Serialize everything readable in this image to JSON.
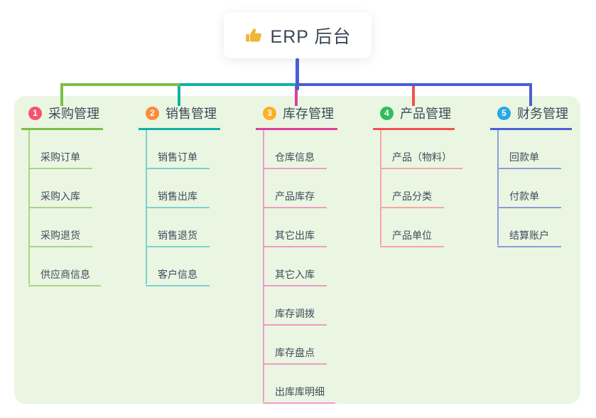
{
  "root": {
    "title": "ERP 后台",
    "icon": "thumbs-up-icon",
    "icon_color": "#f2b537",
    "stem_color": "#4a5fd3"
  },
  "canvas": {
    "background": "#ffffff",
    "panel_color": "#eaf6e2",
    "text_color": "#3e4c5a"
  },
  "branches": [
    {
      "badge": "1",
      "badge_color": "#f6546e",
      "label": "采购管理",
      "line_color": "#7cbe45",
      "child_line_color": "#a9d583",
      "children": [
        "采购订单",
        "采购入库",
        "采购退货",
        "供应商信息"
      ]
    },
    {
      "badge": "2",
      "badge_color": "#fb8c3c",
      "label": "销售管理",
      "line_color": "#0fb2aa",
      "child_line_color": "#7bd2cb",
      "children": [
        "销售订单",
        "销售出库",
        "销售退货",
        "客户信息"
      ]
    },
    {
      "badge": "3",
      "badge_color": "#ffae26",
      "label": "库存管理",
      "line_color": "#dd3f9d",
      "child_line_color": "#ee9bc9",
      "children": [
        "仓库信息",
        "产品库存",
        "其它出库",
        "其它入库",
        "库存调拨",
        "库存盘点",
        "出库库明细"
      ]
    },
    {
      "badge": "4",
      "badge_color": "#30bc5c",
      "label": "产品管理",
      "line_color": "#f25151",
      "child_line_color": "#f8a5a5",
      "children": [
        "产品（物料）",
        "产品分类",
        "产品单位"
      ]
    },
    {
      "badge": "5",
      "badge_color": "#2aa7e6",
      "label": "财务管理",
      "line_color": "#4a5fd3",
      "child_line_color": "#8c9dd8",
      "children": [
        "回款单",
        "付款单",
        "结算账户"
      ]
    }
  ]
}
